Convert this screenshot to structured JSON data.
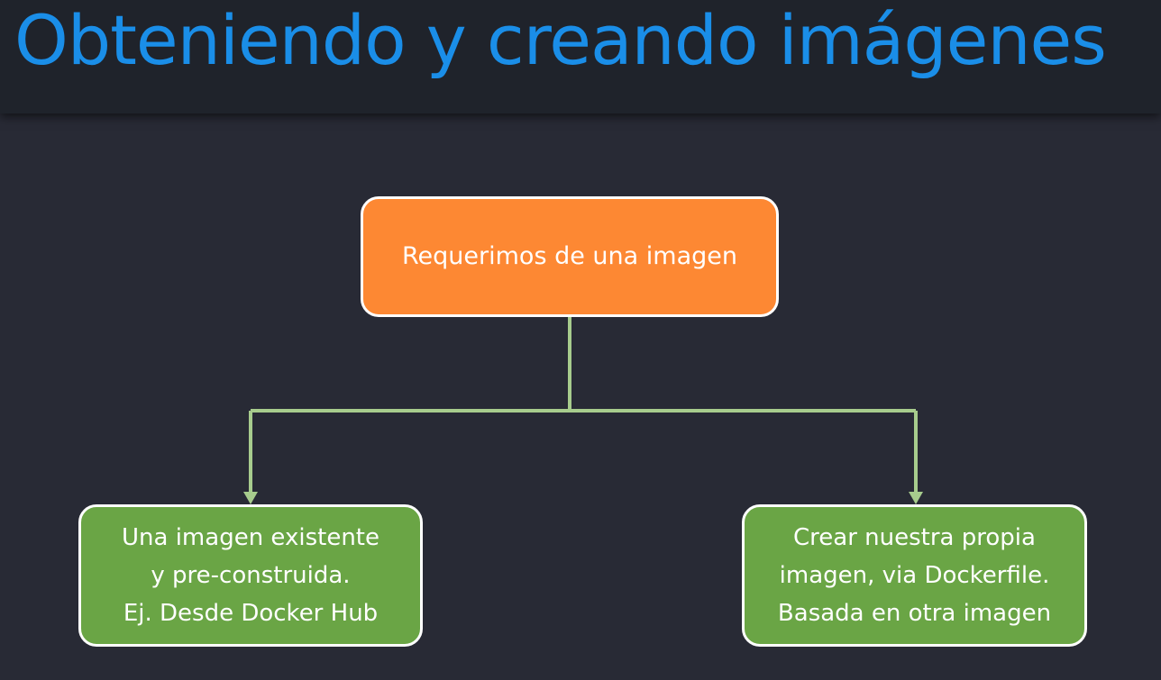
{
  "slide": {
    "title": "Obteniendo y creando imágenes"
  },
  "diagram": {
    "root": {
      "label": "Requerimos de una imagen"
    },
    "children": [
      {
        "lines": [
          "Una imagen existente",
          "y pre-construida.",
          "Ej. Desde Docker Hub"
        ]
      },
      {
        "lines": [
          "Crear nuestra propia",
          "imagen, via Dockerfile.",
          "Basada en otra imagen"
        ]
      }
    ]
  },
  "colors": {
    "background": "#282a35",
    "header": "#1f232b",
    "title": "#1a8ee8",
    "root_node": "#fd8833",
    "child_node": "#6aa545",
    "connector": "#a7cc8d",
    "node_border": "#ffffff"
  }
}
